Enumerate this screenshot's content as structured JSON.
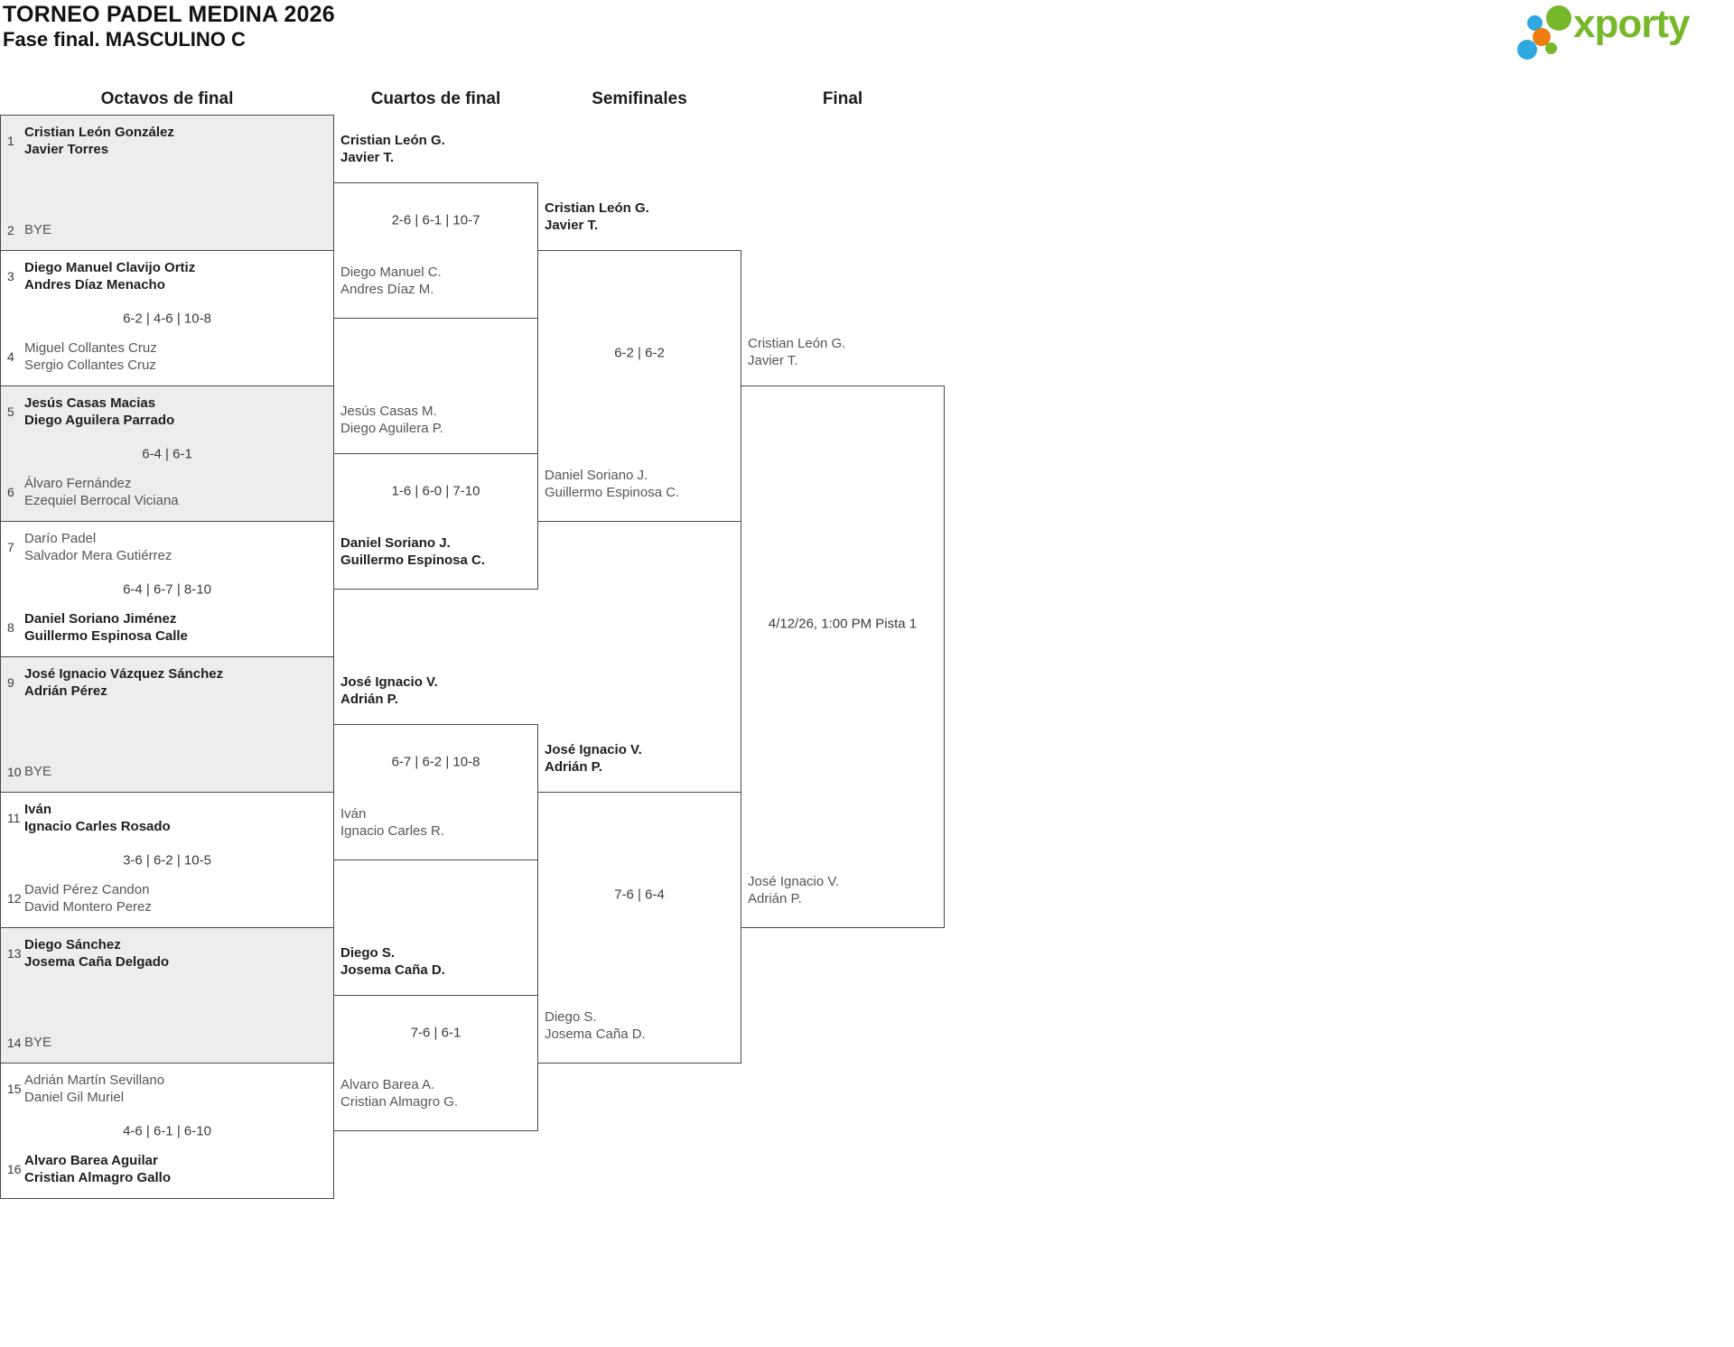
{
  "header": {
    "title": "TORNEO PADEL MEDINA 2026",
    "subtitle": "Fase final. MASCULINO C"
  },
  "logo": {
    "brand": "xporty",
    "colors": {
      "green": "#76b82a",
      "blue": "#2fa8e1",
      "orange": "#ee7d11"
    }
  },
  "columns": [
    "Octavos de final",
    "Cuartos de final",
    "Semifinales",
    "Final"
  ],
  "bracket": {
    "octavos": [
      {
        "seedA": "1",
        "teamA": [
          "Cristian León González",
          "Javier Torres"
        ],
        "boldA": true,
        "score": "",
        "seedB": "2",
        "teamB": [
          "BYE"
        ],
        "boldB": false
      },
      {
        "seedA": "3",
        "teamA": [
          "Diego Manuel Clavijo Ortiz",
          "Andres Díaz Menacho"
        ],
        "boldA": true,
        "score": "6-2 | 4-6 | 10-8",
        "seedB": "4",
        "teamB": [
          "Miguel Collantes Cruz",
          "Sergio Collantes Cruz"
        ],
        "boldB": false
      },
      {
        "seedA": "5",
        "teamA": [
          "Jesús Casas Macias",
          "Diego Aguilera Parrado"
        ],
        "boldA": true,
        "score": "6-4 | 6-1",
        "seedB": "6",
        "teamB": [
          "Álvaro Fernández",
          "Ezequiel Berrocal Viciana"
        ],
        "boldB": false
      },
      {
        "seedA": "7",
        "teamA": [
          "Darío Padel",
          "Salvador Mera Gutiérrez"
        ],
        "boldA": false,
        "score": "6-4 | 6-7 | 8-10",
        "seedB": "8",
        "teamB": [
          "Daniel Soriano Jiménez",
          "Guillermo Espinosa Calle"
        ],
        "boldB": true
      },
      {
        "seedA": "9",
        "teamA": [
          "José Ignacio Vázquez Sánchez",
          "Adrián Pérez"
        ],
        "boldA": true,
        "score": "",
        "seedB": "10",
        "teamB": [
          "BYE"
        ],
        "boldB": false
      },
      {
        "seedA": "11",
        "teamA": [
          "Iván",
          "Ignacio Carles Rosado"
        ],
        "boldA": true,
        "score": "3-6 | 6-2 | 10-5",
        "seedB": "12",
        "teamB": [
          "David Pérez Candon",
          "David Montero Perez"
        ],
        "boldB": false
      },
      {
        "seedA": "13",
        "teamA": [
          "Diego Sánchez",
          "Josema Caña Delgado"
        ],
        "boldA": true,
        "score": "",
        "seedB": "14",
        "teamB": [
          "BYE"
        ],
        "boldB": false
      },
      {
        "seedA": "15",
        "teamA": [
          "Adrián Martín Sevillano",
          "Daniel Gil Muriel"
        ],
        "boldA": false,
        "score": "4-6 | 6-1 | 6-10",
        "seedB": "16",
        "teamB": [
          "Alvaro Barea Aguilar",
          "Cristian Almagro Gallo"
        ],
        "boldB": true
      }
    ],
    "cuartos": [
      {
        "teamA": [
          "Cristian León G.",
          "Javier T."
        ],
        "boldA": true,
        "score": "2-6 | 6-1 | 10-7",
        "teamB": [
          "Diego Manuel C.",
          "Andres Díaz M."
        ],
        "boldB": false
      },
      {
        "teamA": [
          "Jesús Casas M.",
          "Diego Aguilera P."
        ],
        "boldA": false,
        "score": "1-6 | 6-0 | 7-10",
        "teamB": [
          "Daniel Soriano J.",
          "Guillermo Espinosa C."
        ],
        "boldB": true
      },
      {
        "teamA": [
          "José Ignacio V.",
          "Adrián P."
        ],
        "boldA": true,
        "score": "6-7 | 6-2 | 10-8",
        "teamB": [
          "Iván",
          "Ignacio Carles R."
        ],
        "boldB": false
      },
      {
        "teamA": [
          "Diego S.",
          "Josema Caña D."
        ],
        "boldA": true,
        "score": "7-6 | 6-1",
        "teamB": [
          "Alvaro Barea A.",
          "Cristian Almagro G."
        ],
        "boldB": false
      }
    ],
    "semifinales": [
      {
        "teamA": [
          "Cristian León G.",
          "Javier T."
        ],
        "boldA": true,
        "score": "6-2 | 6-2",
        "teamB": [
          "Daniel Soriano J.",
          "Guillermo Espinosa C."
        ],
        "boldB": false
      },
      {
        "teamA": [
          "José Ignacio V.",
          "Adrián P."
        ],
        "boldA": true,
        "score": "7-6 | 6-4",
        "teamB": [
          "Diego S.",
          "Josema Caña D."
        ],
        "boldB": false
      }
    ],
    "final": [
      {
        "teamA": [
          "Cristian León G.",
          "Javier T."
        ],
        "boldA": false,
        "datetime": "4/12/26, 1:00 PM Pista 1",
        "teamB": [
          "José Ignacio V.",
          "Adrián P."
        ],
        "boldB": false
      }
    ]
  }
}
